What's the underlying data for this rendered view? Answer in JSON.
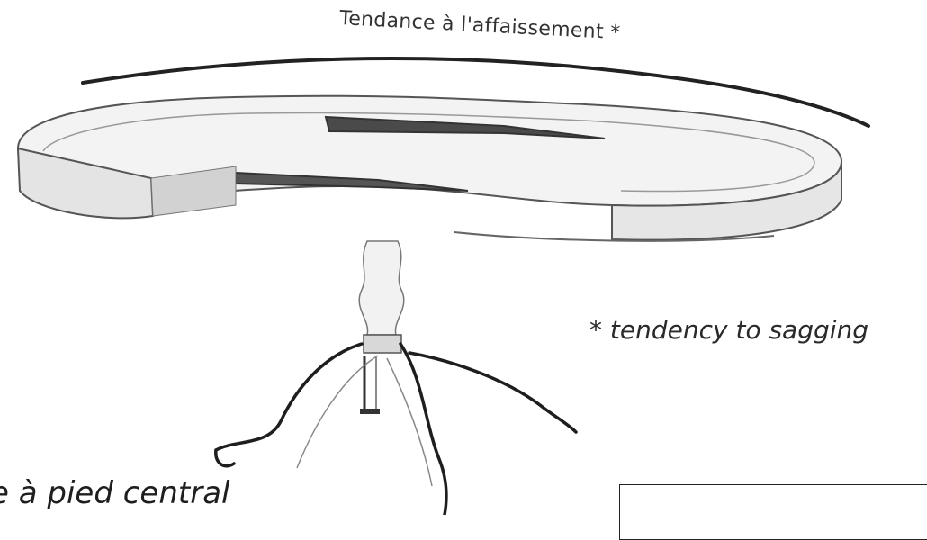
{
  "labels": {
    "top": "Tendance à l'affaissement *",
    "side": "* tendency to sagging",
    "bottom": "ble à pied central"
  }
}
